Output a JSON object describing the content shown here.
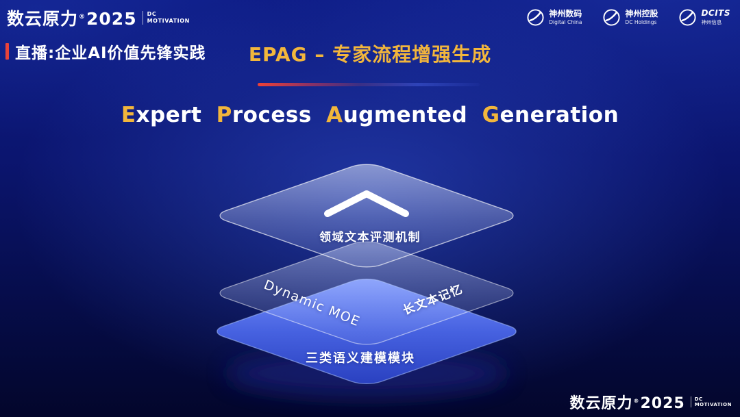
{
  "colors": {
    "gold": "#f2b63c",
    "accent_red": "#e8433a",
    "layer_blue_light": "#6d8cff",
    "layer_blue_dark": "#2b46cf",
    "background_top": "#0d1b84",
    "background_bottom": "#03062b"
  },
  "top_bar": {
    "brand": {
      "name": "数云原力",
      "reg": "®",
      "year": "2025",
      "dc": "DC",
      "motivation": "MOTIVATION"
    },
    "live_tag": "直播:企业AI价值先锋实践",
    "logos": [
      {
        "title": "神州数码",
        "subtitle": "Digital China"
      },
      {
        "title": "神州控股",
        "subtitle": "DC Holdings"
      },
      {
        "title": "DCITS",
        "subtitle": "神州信息"
      }
    ]
  },
  "heading": {
    "title": "EPAG – 专家流程增强生成",
    "subtitle": [
      {
        "lead": "E",
        "rest": "xpert"
      },
      {
        "lead": "P",
        "rest": "rocess"
      },
      {
        "lead": "A",
        "rest": "ugmented"
      },
      {
        "lead": "G",
        "rest": "eneration"
      }
    ]
  },
  "stack": {
    "top_label": "领域文本评测机制",
    "mid_left_label": "Dynamic MOE",
    "mid_right_label": "长文本记忆",
    "bottom_label": "三类语义建模模块"
  },
  "footer": {
    "brand": {
      "name": "数云原力",
      "reg": "®",
      "year": "2025",
      "dc": "DC",
      "motivation": "MOTIVATION"
    }
  }
}
